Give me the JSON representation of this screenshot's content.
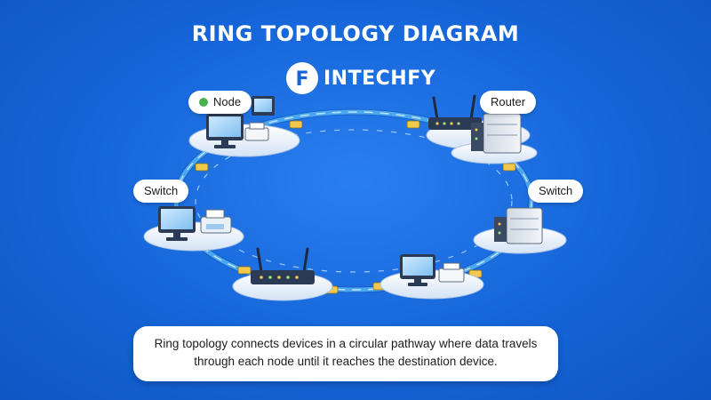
{
  "title": "RING TOPOLOGY DIAGRAM",
  "logo": {
    "letter": "F",
    "text": "INTECHFY"
  },
  "labels": {
    "node": "Node",
    "router": "Router",
    "switch_left": "Switch",
    "switch_right": "Switch"
  },
  "description": "Ring topology connects devices in a circular pathway where data travels through each node until it reaches the destination device.",
  "colors": {
    "background": "#1565d8",
    "cable": "#4aa8f0",
    "connector": "#f2c94c",
    "status_dot": "#4caf50",
    "platform": "#eef4fb"
  }
}
